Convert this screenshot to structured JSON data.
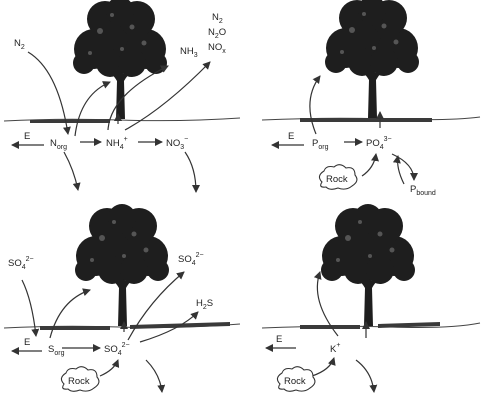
{
  "panels": {
    "nitrogen": {
      "n2": "N",
      "n2_sub": "2",
      "nh3": "NH",
      "nh3_sub": "3",
      "gas_n2": "N",
      "gas_n2_sub": "2",
      "gas_n2o": "N",
      "gas_n2o_sub1": "2",
      "gas_n2o_tail": "O",
      "gas_nox": "NO",
      "gas_nox_sub": "x",
      "export": "E",
      "norg": "N",
      "norg_sub": "org",
      "nh4": "NH",
      "nh4_sub": "4",
      "nh4_sup": "+",
      "no3": "NO",
      "no3_sub": "3",
      "no3_sup": "−"
    },
    "phosphorus": {
      "export": "E",
      "porg": "P",
      "porg_sub": "org",
      "po4": "PO",
      "po4_sub": "4",
      "po4_sup": "3−",
      "rock": "Rock",
      "pbound": "P",
      "pbound_sub": "bound"
    },
    "sulfur": {
      "so4_air": "SO",
      "so4_air_sub": "4",
      "so4_air_sup": "2−",
      "so4_tree": "SO",
      "so4_tree_sub": "4",
      "so4_tree_sup": "2−",
      "h2s": "H",
      "h2s_sub": "2",
      "h2s_tail": "S",
      "export": "E",
      "sorg": "S",
      "sorg_sub": "org",
      "so4_soil": "SO",
      "so4_soil_sub": "4",
      "so4_soil_sup": "2−",
      "rock": "Rock"
    },
    "potassium": {
      "export": "E",
      "k": "K",
      "k_sup": "+",
      "rock": "Rock"
    }
  },
  "colors": {
    "ink": "#333333",
    "tree": "#1e1e1e",
    "background": "#ffffff"
  }
}
